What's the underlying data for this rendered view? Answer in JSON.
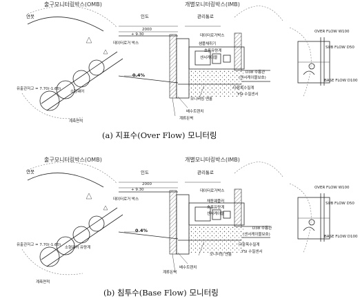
{
  "panels": [
    {
      "labels": {
        "omb_title": "출구모니터링박스(OMB)",
        "imb_title": "개별모니터링박스(IMB)",
        "left_zone": "연못",
        "mid_zone": "인도",
        "right_zone": "관리통로",
        "dim": "2000",
        "level": "+ 9.30",
        "data_logger_box": "데이터로거박스",
        "data_logger": "데이터로거 박스",
        "cleanout": "흐름유량계",
        "outflow_level": "유출관저고 = 7.70(-1.60)",
        "weir": "소형웨어",
        "survey": "계측면적",
        "slope": "0.4%",
        "sampler": "샘플채취기",
        "flow_meter": "흐름유량계",
        "sensor": "센서케이블",
        "pipe": "D38 주름관",
        "pipe_note": "(센서케이블보호)",
        "level_meter": "다항목수질계",
        "ysi": "YSI 수질센서",
        "monitoring_pipe": "모니터링 맨홀",
        "drain": "배수트렌치",
        "gravel": "계류돈벽",
        "right_top": "OVER FLOW W100",
        "right_mid": "SUB FLOW D50",
        "right_bot": "BASE FLOW D100"
      },
      "caption": "(a) 지표수(Over Flow) 모니터링"
    },
    {
      "labels": {
        "omb_title": "출구모니터링박스(OMB)",
        "imb_title": "개별모니터링박스(IMB)",
        "left_zone": "연못",
        "mid_zone": "인도",
        "right_zone": "관리통로",
        "dim": "2000",
        "level": "+ 9.30",
        "data_logger_box": "데이터로거박스",
        "data_logger": "데이터로거 박스",
        "sampler": "채동웨플러",
        "flow_meter": "흐름유량계",
        "sensor": "센서케이블",
        "outflow_level": "유출관저고 = 7.70(-1.60)",
        "weir": "소형웨어 유량계",
        "survey": "계측면적",
        "slope": "0.4%",
        "pipe": "D38 주름관",
        "pipe_note": "(센서케이블보호)",
        "level_meter": "다항목수질계",
        "ysi": "YSI 수질센서",
        "monitoring_pipe": "모니터링 맨홀",
        "drain": "배수트렌치",
        "gravel": "계류돈벽",
        "right_top": "OVER FLOW W100",
        "right_mid": "SUB FLOW D50",
        "right_bot": "BASE FLOW D100"
      },
      "caption": "(b) 침투수(Base Flow) 모니터링"
    }
  ]
}
